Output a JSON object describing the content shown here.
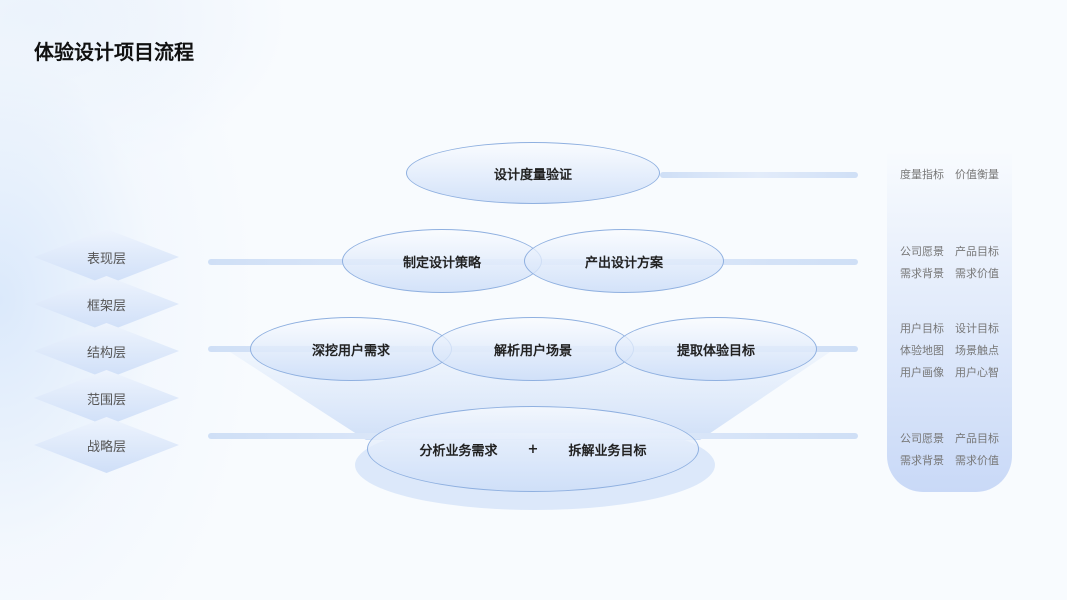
{
  "title": "体验设计项目流程",
  "layers": [
    "表现层",
    "框架层",
    "结构层",
    "范围层",
    "战略层"
  ],
  "nodes": {
    "top": "设计度量验证",
    "row2": [
      "制定设计策略",
      "产出设计方案"
    ],
    "row3": [
      "深挖用户需求",
      "解析用户场景",
      "提取体验目标"
    ],
    "base_left": "分析业务需求",
    "base_plus": "+",
    "base_right": "拆解业务目标"
  },
  "panel": [
    [
      [
        "度量指标",
        "价值衡量"
      ]
    ],
    [
      [
        "公司愿景",
        "产品目标"
      ],
      [
        "需求背景",
        "需求价值"
      ]
    ],
    [
      [
        "用户目标",
        "设计目标"
      ],
      [
        "体验地图",
        "场景触点"
      ],
      [
        "用户画像",
        "用户心智"
      ]
    ],
    [
      [
        "公司愿景",
        "产品目标"
      ],
      [
        "需求背景",
        "需求价值"
      ]
    ]
  ]
}
